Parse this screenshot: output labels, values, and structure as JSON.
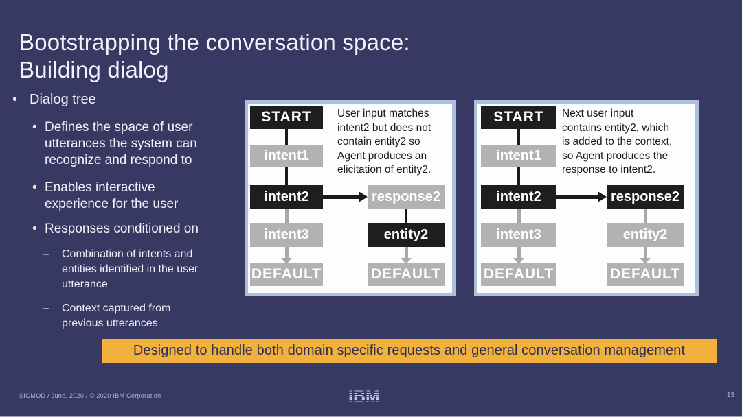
{
  "title": "Bootstrapping the conversation space:\nBuilding dialog",
  "bullets": {
    "level1_marker": "•",
    "level1": "Dialog tree",
    "items": [
      {
        "marker": "•",
        "text": "Defines the space of user\nutterances the system can\nrecognize and respond to"
      },
      {
        "marker": "•",
        "text": "Enables interactive\nexperience for the user"
      },
      {
        "marker": "•",
        "text": "Responses conditioned on"
      }
    ],
    "subitems": [
      {
        "marker": "–",
        "text": "Combination of intents and\nentities identified in the user\nutterance"
      },
      {
        "marker": "–",
        "text": "Context captured from\nprevious utterances"
      }
    ]
  },
  "diagram_left": {
    "description": "User input matches\nintent2 but does not\ncontain entity2 so\nAgent produces an\nelicitation of entity2.",
    "nodes": {
      "start": "START",
      "intent1": "intent1",
      "intent2": "intent2",
      "intent3": "intent3",
      "default_left": "DEFAULT",
      "response2": "response2",
      "entity2": "entity2",
      "default_right": "DEFAULT"
    }
  },
  "diagram_right": {
    "description": "Next user input\ncontains entity2, which\nis added to the context,\nso Agent produces the\nresponse to intent2.",
    "nodes": {
      "start": "START",
      "intent1": "intent1",
      "intent2": "intent2",
      "intent3": "intent3",
      "default_left": "DEFAULT",
      "response2": "response2",
      "entity2": "entity2",
      "default_right": "DEFAULT"
    }
  },
  "banner": {
    "text": "Designed to handle both domain specific requests and general conversation management"
  },
  "footer": {
    "left": "SIGMOD / June, 2020 / © 2020 IBM Corporation",
    "logo": "IBM",
    "page": "13"
  },
  "colors": {
    "background": "#373963",
    "banner_bg": "#F1B13C",
    "banner_text": "#2D2F55",
    "panel_border": "#A9C1DD",
    "node_dark": "#1E1E1E",
    "node_gray": "#B2B2B2",
    "arrow_black": "#1A1A1A",
    "arrow_gray": "#A9A9A9",
    "text_light": "#EFF0F8"
  }
}
